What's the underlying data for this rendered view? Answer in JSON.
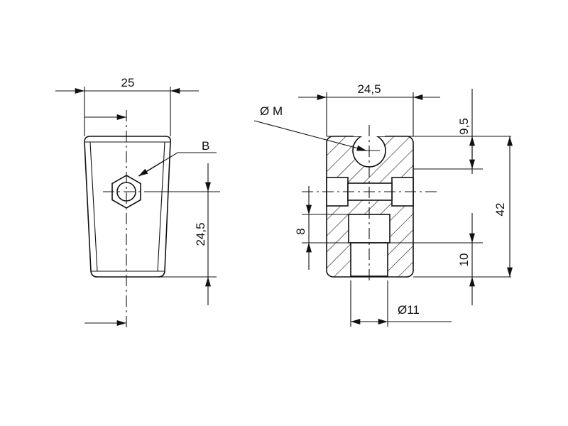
{
  "drawing": {
    "front_view": {
      "width_label": "25",
      "detail_label": "B",
      "height_label": "24,5"
    },
    "section_view": {
      "width_label": "24,5",
      "thread_label": "Ø M",
      "top_offset_label": "9,5",
      "total_height_label": "42",
      "slot_label": "8",
      "bottom_label": "10",
      "bore_label": "Ø11"
    },
    "colors": {
      "line": "#111111",
      "background": "#ffffff"
    }
  }
}
